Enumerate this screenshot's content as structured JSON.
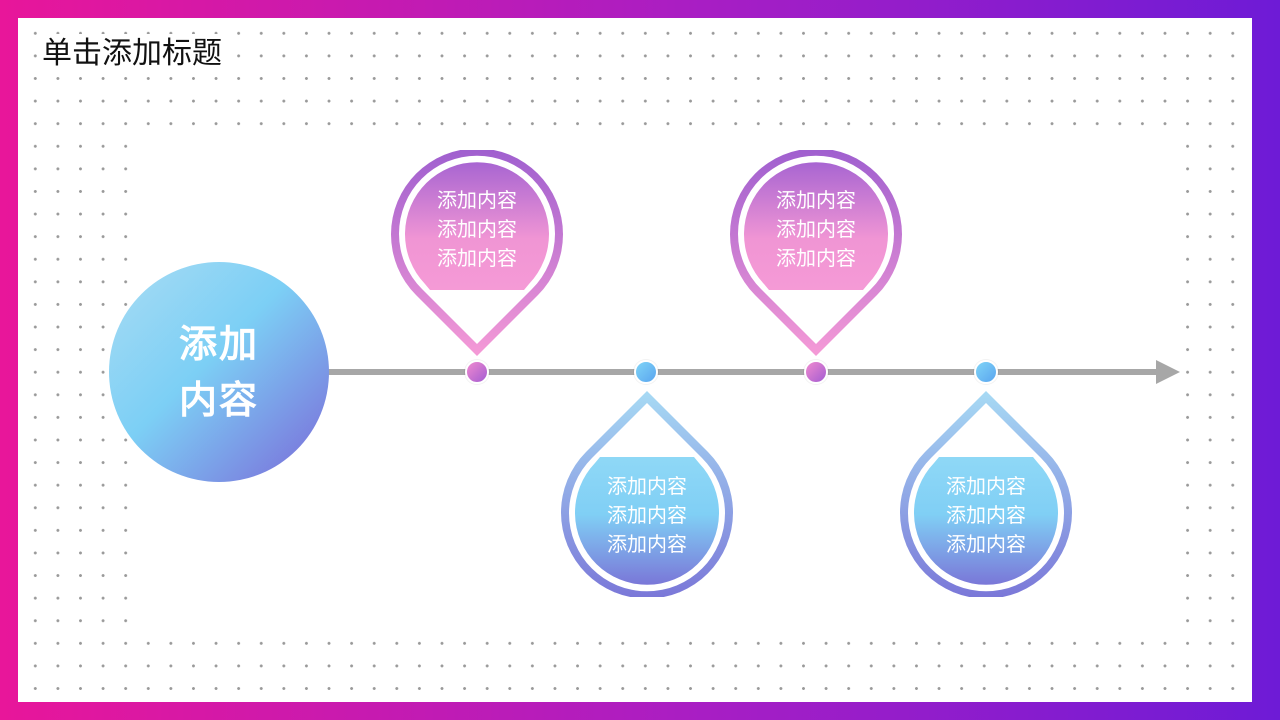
{
  "slide": {
    "title": "单击添加标题",
    "hub": {
      "line1": "添加",
      "line2": "内容"
    },
    "pins": [
      {
        "direction": "up",
        "theme": "pink",
        "lines": [
          "添加内容",
          "添加内容",
          "添加内容"
        ]
      },
      {
        "direction": "down",
        "theme": "blue",
        "lines": [
          "添加内容",
          "添加内容",
          "添加内容"
        ]
      },
      {
        "direction": "up",
        "theme": "pink",
        "lines": [
          "添加内容",
          "添加内容",
          "添加内容"
        ]
      },
      {
        "direction": "down",
        "theme": "blue",
        "lines": [
          "添加内容",
          "添加内容",
          "添加内容"
        ]
      }
    ]
  },
  "colors": {
    "frame_start": "#e8169a",
    "frame_end": "#6e1bd6",
    "pink_top": "#9f5fcf",
    "pink_bottom": "#f59ad6",
    "blue_top": "#a7daf4",
    "blue_bottom": "#7a77d8",
    "axis": "#a7a7a7"
  }
}
